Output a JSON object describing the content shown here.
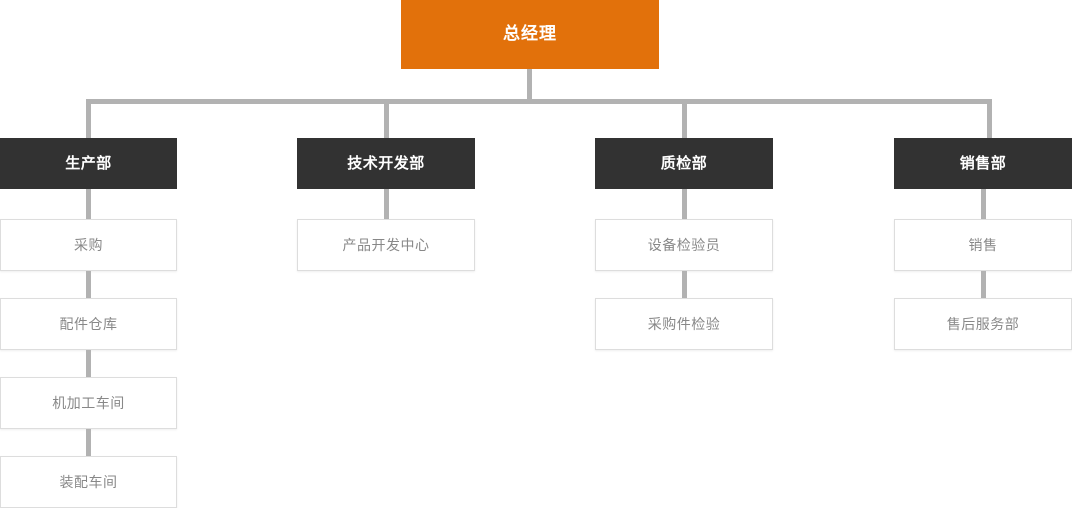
{
  "chart_title": "",
  "colors": {
    "root_fill": "#e2710b",
    "root_text": "#ffffff",
    "dept_fill": "#323232",
    "dept_text": "#ffffff",
    "sub_fill": "#ffffff",
    "sub_text": "#888888",
    "sub_border": "#dddddd",
    "connector": "#b2b2b2",
    "background": "#ffffff"
  },
  "root": {
    "label": "总经理"
  },
  "departments": [
    {
      "label": "生产部",
      "children": [
        {
          "label": "采购"
        },
        {
          "label": "配件仓库"
        },
        {
          "label": "机加工车间"
        },
        {
          "label": "装配车间"
        }
      ]
    },
    {
      "label": "技术开发部",
      "children": [
        {
          "label": "产品开发中心"
        }
      ]
    },
    {
      "label": "质检部",
      "children": [
        {
          "label": "设备检验员"
        },
        {
          "label": "采购件检验"
        }
      ]
    },
    {
      "label": "销售部",
      "children": [
        {
          "label": "销售"
        },
        {
          "label": "售后服务部"
        }
      ]
    }
  ]
}
